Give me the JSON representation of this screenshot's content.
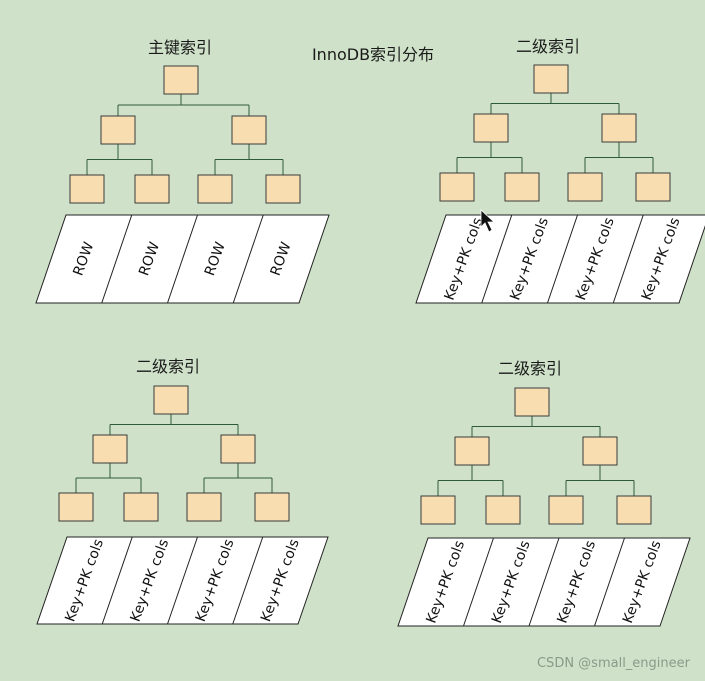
{
  "diagram_title": "InnoDB索引分布",
  "trees": [
    {
      "title": "主键索引",
      "cells": [
        "ROW",
        "ROW",
        "ROW",
        "ROW"
      ]
    },
    {
      "title": "二级索引",
      "cells": [
        "Key+PK cols",
        "Key+PK cols",
        "Key+PK cols",
        "Key+PK cols"
      ]
    },
    {
      "title": "二级索引",
      "cells": [
        "Key+PK cols",
        "Key+PK cols",
        "Key+PK cols",
        "Key+PK cols"
      ]
    },
    {
      "title": "二级索引",
      "cells": [
        "Key+PK cols",
        "Key+PK cols",
        "Key+PK cols",
        "Key+PK cols"
      ]
    }
  ],
  "watermark": "CSDN @small_engineer",
  "colors": {
    "background": "#cfe2c9",
    "node_fill": "#f7ddb0",
    "edge": "#2f5a3c"
  }
}
